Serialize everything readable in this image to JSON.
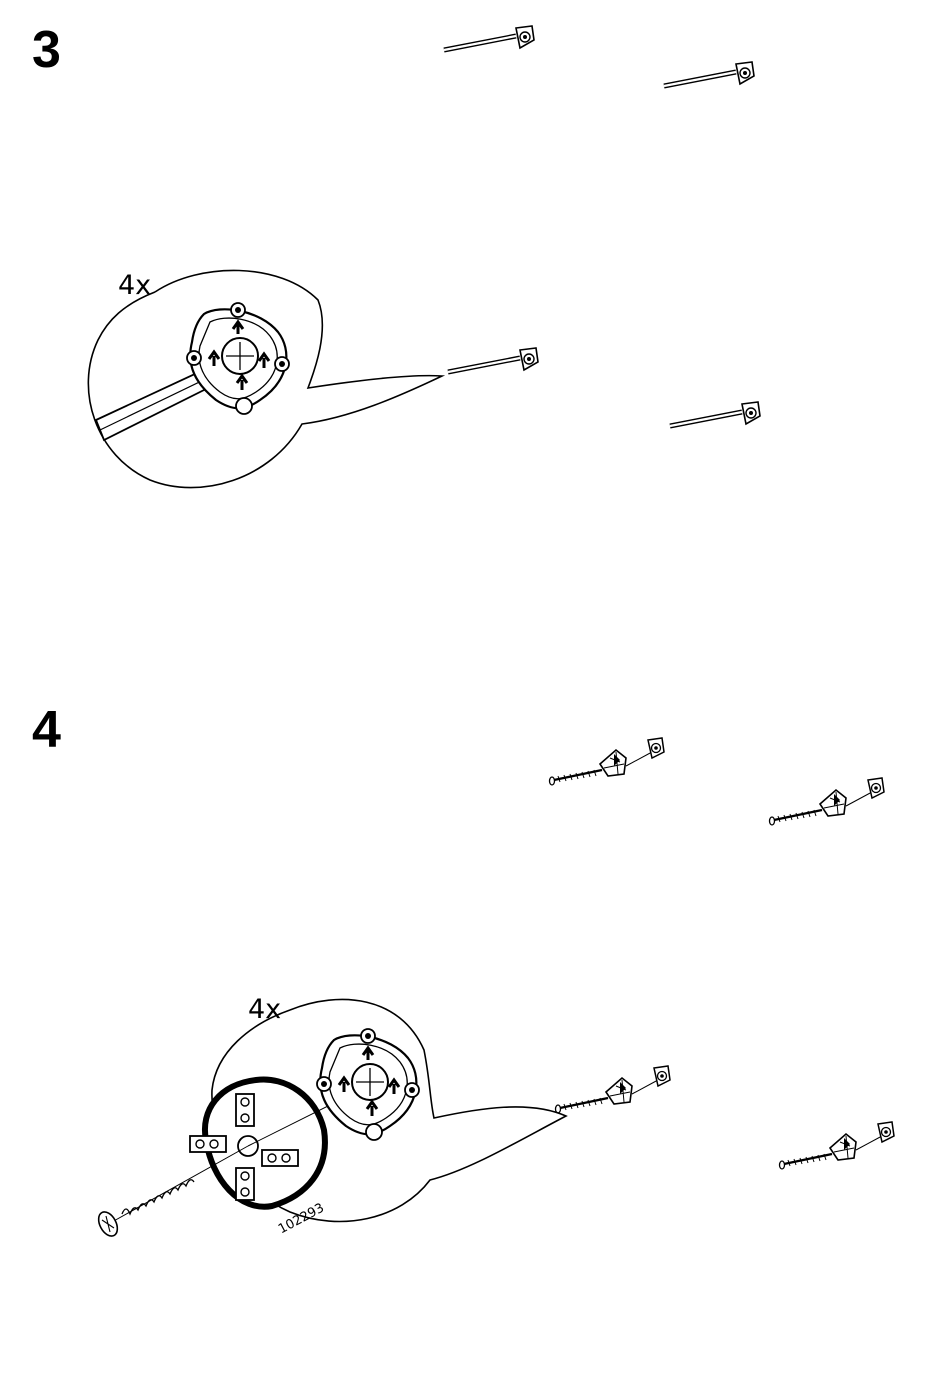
{
  "steps": [
    {
      "number": "3",
      "quantity": "4x"
    },
    {
      "number": "4",
      "quantity": "4x",
      "part_code": "102293"
    }
  ],
  "colors": {
    "ink": "#000000",
    "paper": "#ffffff"
  },
  "icons": [
    "allen-key-icon",
    "cam-lock-fitting-icon",
    "screw-icon",
    "connector-block-icon",
    "arrow-up-icon"
  ]
}
